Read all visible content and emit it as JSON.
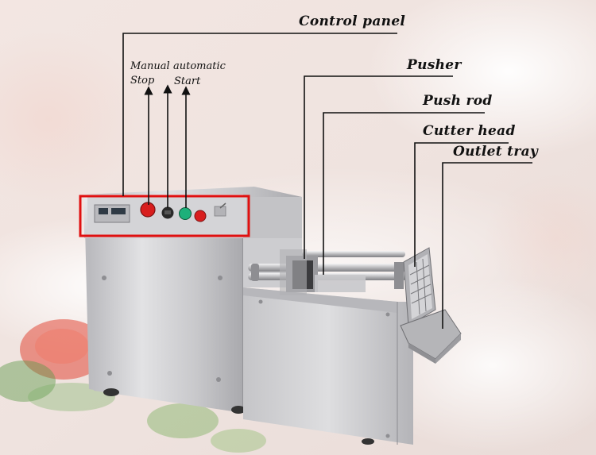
{
  "labels": {
    "control_panel": "Control panel",
    "pusher": "Pusher",
    "push_rod": "Push rod",
    "cutter_head": "Cutter head",
    "outlet_tray": "Outlet tray",
    "manual": "Manual",
    "automatic": "automatic",
    "stop": "Stop",
    "start": "Start"
  },
  "colors": {
    "leader_line": "#111111",
    "highlight_box": "#e01010",
    "stop_button": "#d81e1e",
    "start_button": "#1db07a",
    "steel_light": "#d8d8da",
    "steel_dark": "#9a9a9e"
  }
}
